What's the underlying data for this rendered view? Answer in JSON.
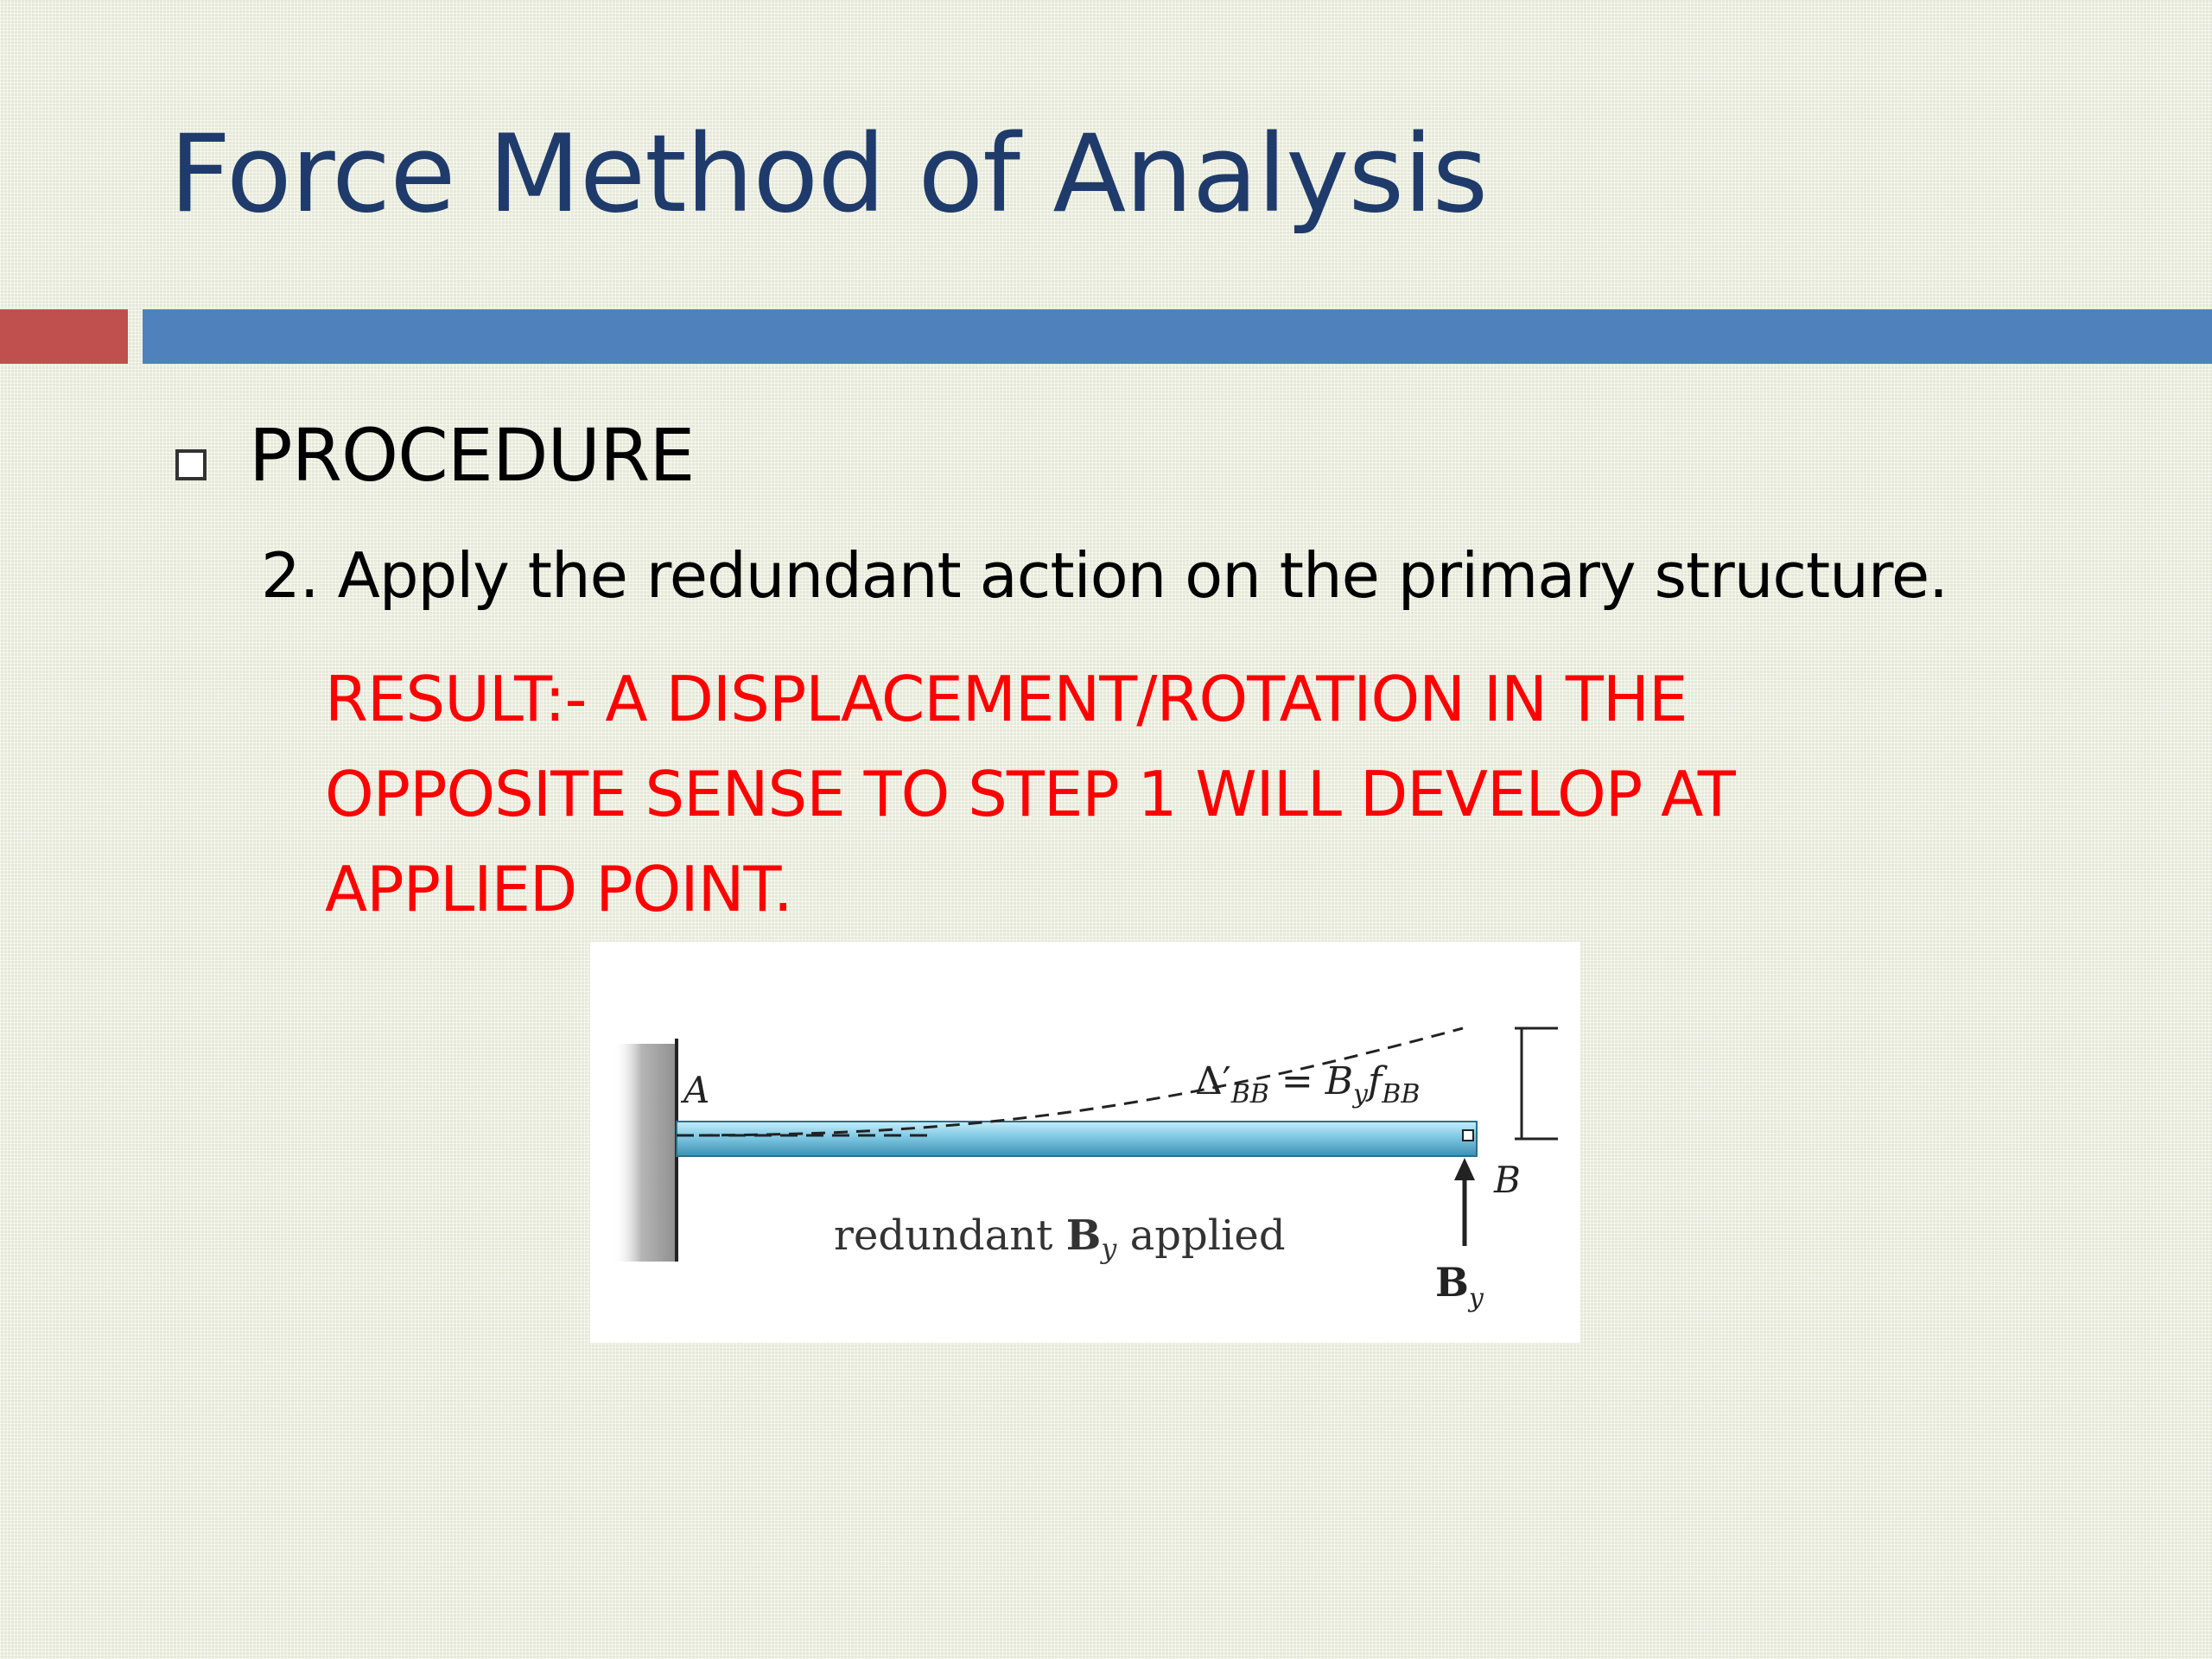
{
  "slide": {
    "title": "Force Method of Analysis",
    "section_label": "PROCEDURE",
    "step_text": "2. Apply the redundant action on the primary structure.",
    "result_lines": [
      "RESULT:- A DISPLACEMENT/ROTATION IN THE",
      "OPPOSITE SENSE TO STEP 1 WILL DEVELOP AT",
      "APPLIED POINT."
    ]
  },
  "figure": {
    "support_label": "A",
    "end_label": "B",
    "equation": {
      "delta": "Δ′",
      "delta_sub": "BB",
      "equals": " = ",
      "b": "B",
      "b_sub": "y",
      "f": "f",
      "f_sub": "BB"
    },
    "caption": {
      "prefix": "redundant ",
      "bold": "B",
      "bold_sub": "y",
      "suffix": " applied"
    },
    "force_label": {
      "main": "B",
      "sub": "y"
    }
  },
  "colors": {
    "title": "#1f3b6b",
    "accent_red": "#c0504d",
    "accent_blue": "#4f81bd",
    "result_text": "#ff0000",
    "beam": "#7ec8e3"
  }
}
